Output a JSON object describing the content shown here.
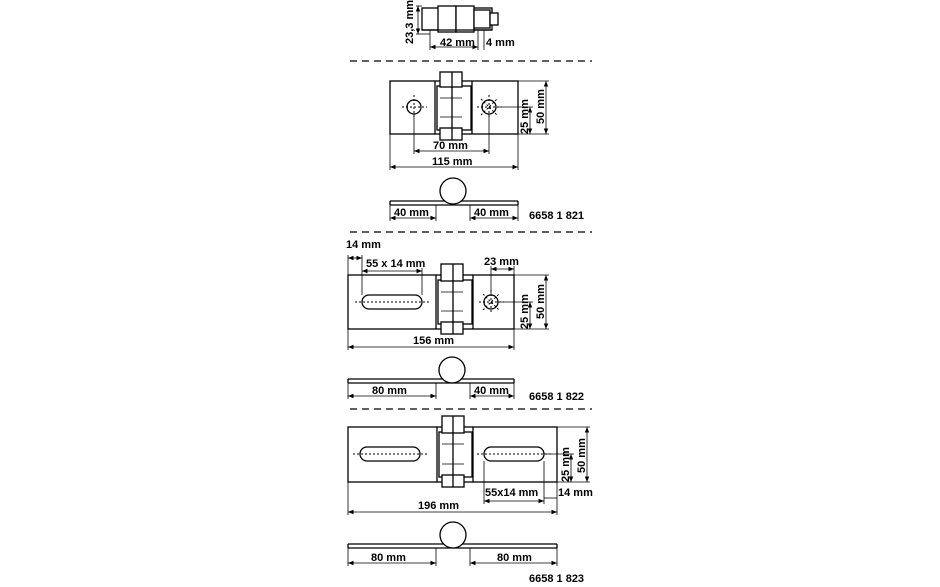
{
  "top_view": {
    "height_label": "23,3 mm",
    "width_label": "42 mm",
    "gap_label": "4 mm"
  },
  "hinge_1821": {
    "spacing_label": "70 mm",
    "total_width_label": "115 mm",
    "hole_offset_label": "25 mm",
    "height_label": "50 mm",
    "left_leaf_label": "40 mm",
    "right_leaf_label": "40 mm",
    "part_number": "6658 1 821"
  },
  "hinge_1822": {
    "edge_label": "14 mm",
    "slot_label": "55 x 14 mm",
    "hole_pos_label": "23 mm",
    "hole_offset_label": "25 mm",
    "height_label": "50 mm",
    "total_width_label": "156 mm",
    "left_leaf_label": "80 mm",
    "right_leaf_label": "40 mm",
    "part_number": "6658 1 822"
  },
  "hinge_1823": {
    "slot_offset_label": "25 mm",
    "height_label": "50 mm",
    "total_width_label": "196 mm",
    "slot_label": "55x14 mm",
    "edge_label": "14 mm",
    "left_leaf_label": "80 mm",
    "right_leaf_label": "80 mm",
    "part_number": "6658 1 823"
  }
}
